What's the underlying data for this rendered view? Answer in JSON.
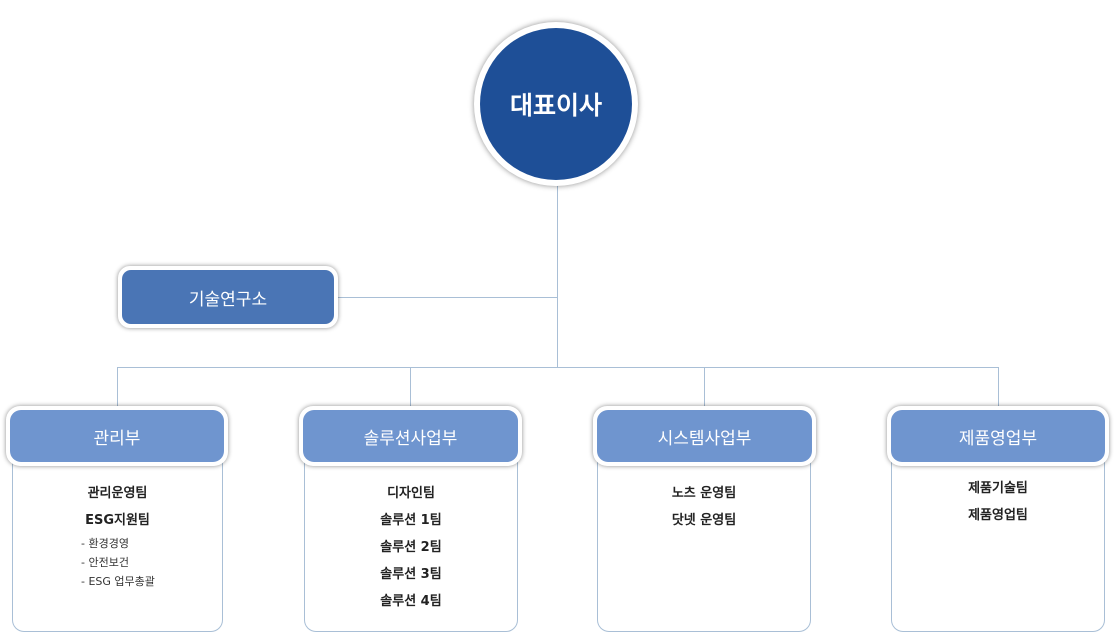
{
  "ceo": {
    "label": "대표이사"
  },
  "lab": {
    "label": "기술연구소"
  },
  "departments": [
    {
      "name": "관리부",
      "teams": [
        "관리운영팀",
        "ESG지원팀"
      ],
      "sub_items": [
        "- 환경경영",
        "- 안전보건",
        "- ESG 업무총괄"
      ]
    },
    {
      "name": "솔루션사업부",
      "teams": [
        "디자인팀",
        "솔루션 1팀",
        "솔루션 2팀",
        "솔루션 3팀",
        "솔루션 4팀"
      ]
    },
    {
      "name": "시스템사업부",
      "teams": [
        "노츠 운영팀",
        "닷넷 운영팀"
      ]
    },
    {
      "name": "제품영업부",
      "teams": [
        "제품기술팀",
        "제품영업팀"
      ]
    }
  ],
  "colors": {
    "ceo": "#1e4f97",
    "lab": "#4a75b5",
    "department": "#6f95cf",
    "connector": "#a9bfd6"
  }
}
